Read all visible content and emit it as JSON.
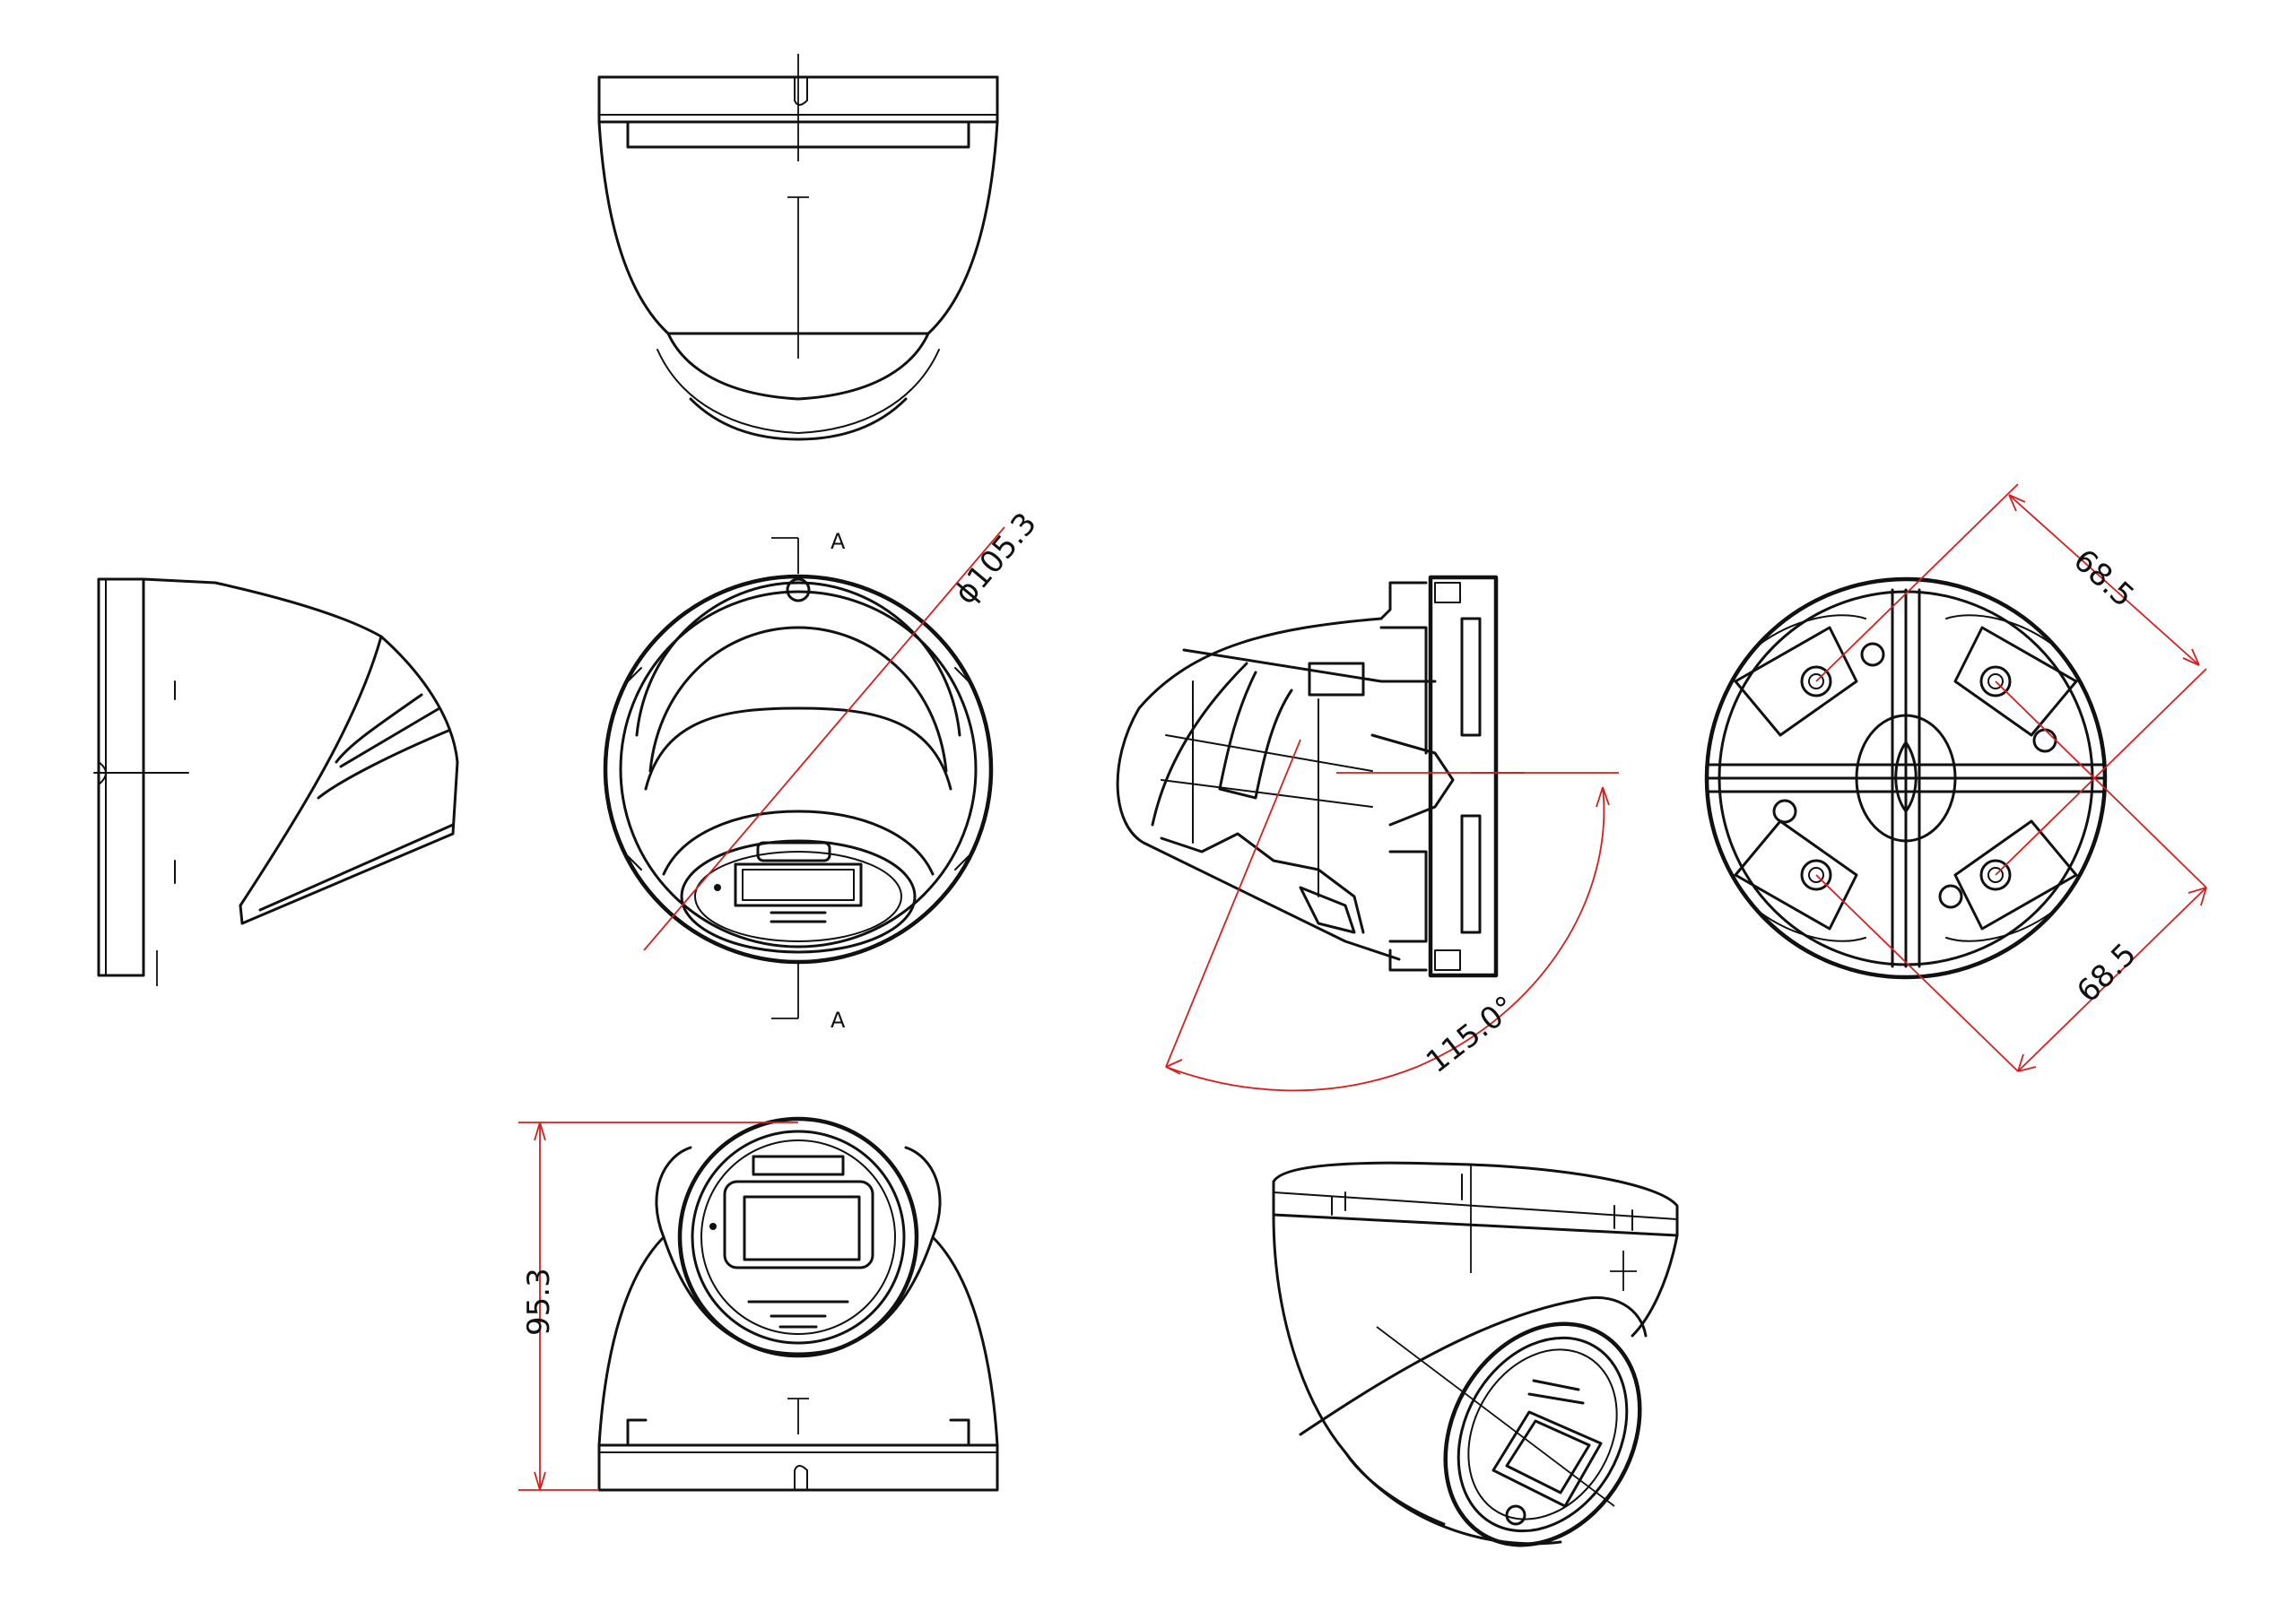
{
  "section_label_top": "A",
  "section_label_bottom": "A",
  "diameter_dimension": "ϕ105.3",
  "tilt_angle_dimension": "115.0°",
  "mount_spacing_a": "68.5",
  "mount_spacing_b": "68.5",
  "height_dimension": "95.3",
  "colors": {
    "line": "#111111",
    "dimension": "#d42020"
  }
}
